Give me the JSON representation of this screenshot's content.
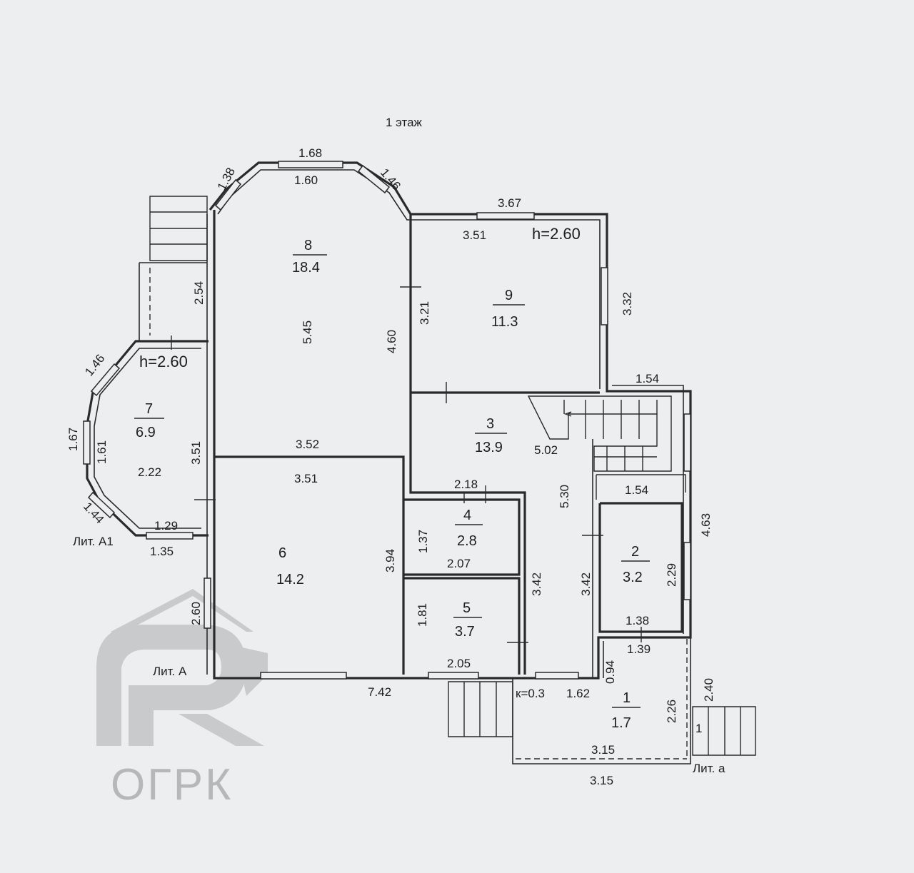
{
  "title": "1 этаж",
  "height_labels": [
    "h=2.60",
    "h=2.60"
  ],
  "rooms": [
    {
      "number": "8",
      "area": "18.4"
    },
    {
      "number": "9",
      "area": "11.3"
    },
    {
      "number": "7",
      "area": "6.9"
    },
    {
      "number": "3",
      "area": "13.9"
    },
    {
      "number": "6",
      "area": "14.2"
    },
    {
      "number": "4",
      "area": "2.8"
    },
    {
      "number": "5",
      "area": "3.7"
    },
    {
      "number": "2",
      "area": "3.2"
    },
    {
      "number": "1",
      "area": "1.7"
    }
  ],
  "dimensions": [
    "1.68",
    "1.60",
    "1.38",
    "1.46",
    "3.67",
    "3.51",
    "2.54",
    "5.45",
    "4.60",
    "3.21",
    "3.32",
    "1.46",
    "1.67",
    "1.61",
    "2.22",
    "3.51",
    "3.52",
    "3.51",
    "1.54",
    "5.02",
    "5.30",
    "2.18",
    "1.54",
    "1.44",
    "1.29",
    "1.35",
    "1.37",
    "2.07",
    "3.94",
    "3.42",
    "3.42",
    "2.29",
    "4.63",
    "1.81",
    "2.05",
    "1.38",
    "1.39",
    "2.60",
    "0.94",
    "2.40",
    "2.26",
    "7.42",
    "к=0.3",
    "1.62",
    "3.15",
    "3.15",
    "1"
  ],
  "section_labels": [
    "Лит. А1",
    "Лит. А",
    "Лит. а"
  ],
  "watermark": {
    "text": "ОГРК",
    "color": "#c9cacc"
  }
}
